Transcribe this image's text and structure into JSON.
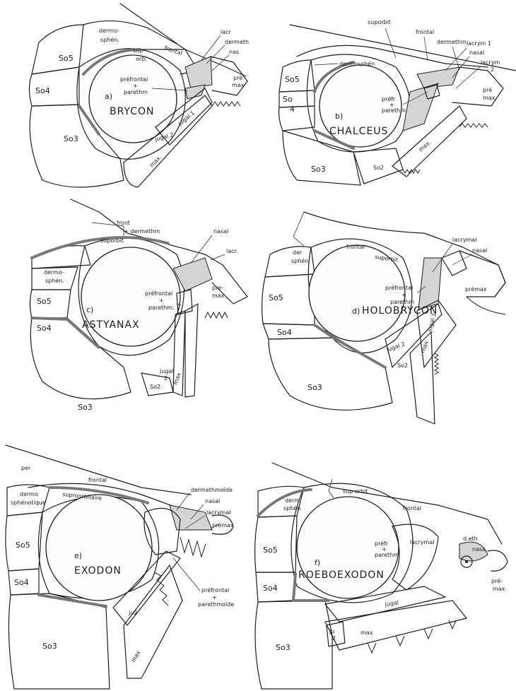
{
  "panels": {
    "a": {
      "letter": "a)",
      "name": "BRYCON",
      "labels": [
        "dermo-",
        "sphén.",
        "frontal",
        "sup",
        "orb.",
        "lacr",
        "dermeth",
        "nas",
        "préfrontal",
        "+",
        "parethm",
        "pré",
        "max",
        "So5",
        "So4",
        "So3",
        "jugal 1",
        "jugal 2",
        "max."
      ]
    },
    "b": {
      "letter": "b)",
      "name": "CHALCEUS",
      "labels": [
        "suporbit",
        "frontal",
        "dermethm.",
        "lacrym 1",
        "nasal",
        "lacrym",
        "2",
        "dermosphén",
        "préfr",
        "+",
        "parethm",
        "pré",
        "max.",
        "So5",
        "So",
        "4",
        "So3",
        "So2",
        "max."
      ]
    },
    "c": {
      "letter": "c)",
      "name": "ASTYANAX",
      "labels": [
        "front",
        "+ dermethm",
        "suporbit",
        "nasal",
        "lacr.",
        "dermo-",
        "sphén.",
        "préfrontal",
        "+",
        "parethm.",
        "pre-",
        "max",
        "So5",
        "So4",
        "So3",
        "jugal",
        "2",
        "So2",
        "max"
      ]
    },
    "d": {
      "letter": "d)",
      "name": "HOLOBRYCON",
      "labels": [
        "lacrymal",
        "nasal",
        "frontal",
        "suporbit.",
        "der",
        "sphén",
        "préfrontal",
        "+",
        "parethm",
        "prémax",
        "So5",
        "So4",
        "So3",
        "jugal 1",
        "jugal 2",
        "So2",
        "max"
      ]
    },
    "e": {
      "letter": "e)",
      "name": "EXODON",
      "labels": [
        "per",
        "frontal",
        "suproorbitaire",
        "dermo",
        "sphénotique",
        "dermethmoïde",
        "nasal",
        "lacrymal",
        "prémax",
        "So5",
        "So4",
        "So3",
        "préfrontal",
        "+",
        "parethmoïde",
        "ju2",
        "max"
      ]
    },
    "f": {
      "letter": "f)",
      "name": "ROEBOEXODON",
      "labels": [
        "sup orbit",
        "frontal",
        "derm",
        "sphén",
        "préfr",
        "+",
        "parethm",
        "lacrymal",
        "d.eth",
        "nasa",
        "pré-",
        "max",
        "So5",
        "So4",
        "So3",
        "jugal",
        "ju",
        "2",
        "max"
      ]
    }
  }
}
